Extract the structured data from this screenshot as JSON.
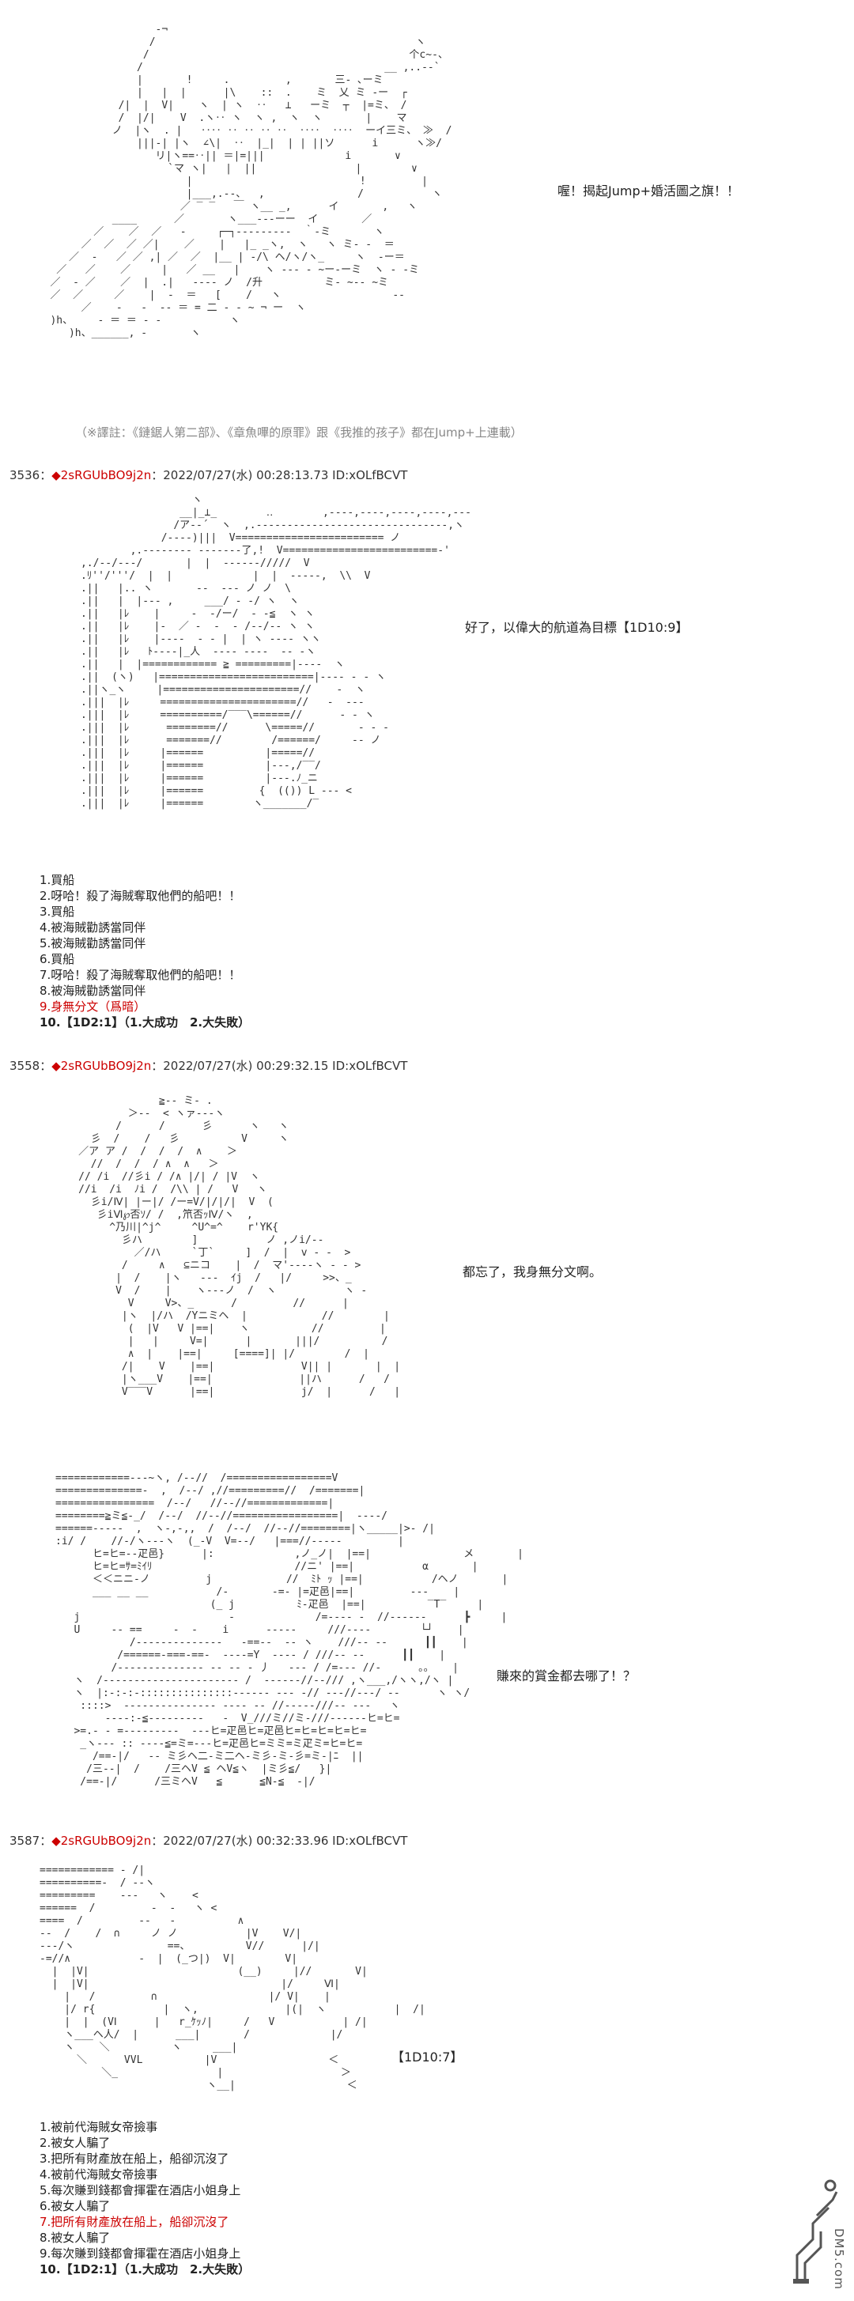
{
  "panel1": {
    "speech": "喔！揭起Jump+婚活圖之旗！！",
    "note": "（※譯註：《鏈鋸人第二部》、《章魚嗶的原罪》跟《我推的孩子》都在Jump+上連載）"
  },
  "post1": {
    "number": "3536",
    "sep": "：",
    "diamond": "◆",
    "trip": "2sRGUbBO9j2n",
    "meta": "：2022/07/27(水) 00:28:13.73 ID:xOLfBCVT",
    "speech": "好了，以偉大的航道為目標【1D10:9】",
    "choices": [
      "1.買船",
      "2.呀哈！殺了海賊奪取他們的船吧！！",
      "3.買船",
      "4.被海賊勸誘當同伴",
      "5.被海賊勸誘當同伴",
      "6.買船",
      "7.呀哈！殺了海賊奪取他們的船吧！！",
      "8.被海賊勸誘當同伴",
      "9.身無分文（爲暗）",
      "10.【1D2:1】（1.大成功　2.大失敗）"
    ]
  },
  "post2": {
    "number": "3558",
    "sep": "：",
    "diamond": "◆",
    "trip": "2sRGUbBO9j2n",
    "meta": "：2022/07/27(水) 00:29:32.15 ID:xOLfBCVT",
    "speech1": "都忘了，我身無分文啊。",
    "speech2": "賺來的賞金都去哪了！？"
  },
  "post3": {
    "number": "3587",
    "sep": "：",
    "diamond": "◆",
    "trip": "2sRGUbBO9j2n",
    "meta": "：2022/07/27(水) 00:32:33.96 ID:xOLfBCVT",
    "speech": "【1D10:7】",
    "choices": [
      "1.被前代海賊女帝撿事",
      "2.被女人騙了",
      "3.把所有財產放在船上，船卻沉沒了",
      "4.被前代海賊女帝撿事",
      "5.每次賺到錢都會揮霍在酒店小姐身上",
      "6.被女人騙了",
      "7.把所有財產放在船上，船卻沉沒了",
      "8.被女人騙了",
      "9.每次賺到錢都會揮霍在酒店小姐身上",
      "10.【1D2:1】（1.大成功　2.大失敗）"
    ]
  },
  "watermark": {
    "text": "DM5.com"
  }
}
